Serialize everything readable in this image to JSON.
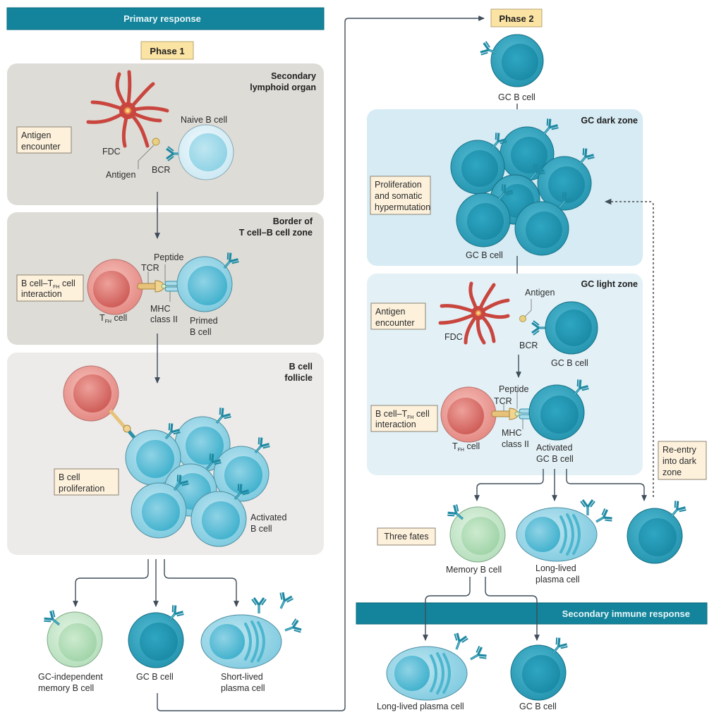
{
  "banners": {
    "primary": "Primary response",
    "secondary": "Secondary immune response"
  },
  "phases": {
    "phase1": "Phase 1",
    "phase2": "Phase 2"
  },
  "zones": {
    "secondary_lymphoid": [
      "Secondary",
      "lymphoid organ"
    ],
    "border": [
      "Border of",
      "T cell–B cell zone"
    ],
    "follicle": [
      "B cell",
      "follicle"
    ],
    "dark_zone": "GC dark zone",
    "light_zone": "GC light zone"
  },
  "process_boxes": {
    "antigen_encounter_1": [
      "Antigen",
      "encounter"
    ],
    "interaction_1": {
      "line1_pre": "B cell–T",
      "line1_sub": "FH",
      "line1_post": " cell",
      "line2": "interaction"
    },
    "proliferation": [
      "B cell",
      "proliferation"
    ],
    "prolif_shm": [
      "Proliferation",
      "and somatic",
      "hypermutation"
    ],
    "antigen_encounter_2": [
      "Antigen",
      "encounter"
    ],
    "interaction_2": {
      "line1_pre": "B cell–T",
      "line1_sub": "FH",
      "line1_post": " cell",
      "line2": "interaction"
    },
    "reentry": [
      "Re-entry",
      "into dark",
      "zone"
    ],
    "three_fates": "Three fates"
  },
  "labels": {
    "fdc": "FDC",
    "antigen": "Antigen",
    "bcr": "BCR",
    "naive_b_cell": "Naive B cell",
    "peptide": "Peptide",
    "tcr": "TCR",
    "mhc": [
      "MHC",
      "class II"
    ],
    "tfh_pre": "T",
    "tfh_sub": "FH",
    "tfh_post": " cell",
    "primed_b_cell": [
      "Primed",
      "B cell"
    ],
    "activated_b_cell": [
      "Activated",
      "B cell"
    ],
    "gc_independent_memory": [
      "GC-independent",
      "memory B cell"
    ],
    "gc_b_cell": "GC B cell",
    "short_lived_plasma": [
      "Short-lived",
      "plasma cell"
    ],
    "activated_gc_b_cell": [
      "Activated",
      "GC B cell"
    ],
    "memory_b_cell": "Memory B cell",
    "long_lived_plasma": [
      "Long-lived",
      "plasma cell"
    ],
    "long_lived_plasma_single": "Long-lived plasma cell"
  },
  "colors": {
    "banner": "#13849b",
    "phase_box": "#fbe3a4",
    "process_box": "#fdf1dc",
    "grey_zone": "#dedcd7",
    "light_grey_zone": "#ecebe9",
    "gc_zone": "#d6ebf3",
    "gc_light_zone": "#e3f1f7",
    "b_cell_light": "#7fcbe0",
    "gc_b_cell": "#2fa6bf",
    "tfh_cell": "#e58a84",
    "memory_cell": "#bfe3c4",
    "fdc": "#c9463f",
    "arrow": "#3f4d5a"
  }
}
